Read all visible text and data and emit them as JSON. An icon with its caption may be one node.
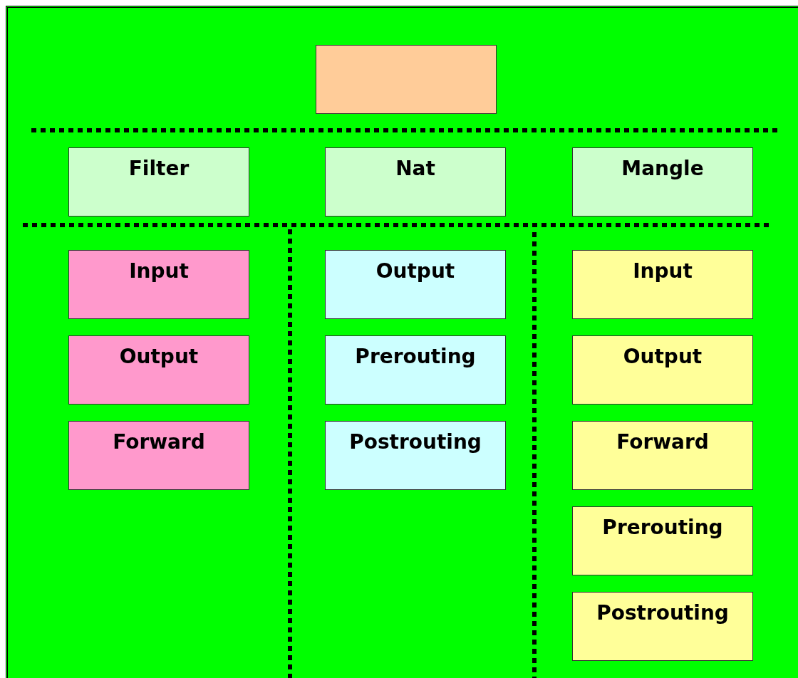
{
  "diagram": {
    "nodes": [
      {
        "text": [],
        "shape": "box"
      },
      {
        "text": [
          "Filter"
        ]
      },
      {
        "text": [
          "Nat"
        ]
      },
      {
        "text": [
          "Mangle"
        ]
      },
      {
        "text": [
          "Input"
        ]
      },
      {
        "text": [
          "Output"
        ]
      },
      {
        "text": [
          "Forward"
        ]
      },
      {
        "text": [
          "Output"
        ]
      },
      {
        "text": [
          "Prerouting"
        ]
      },
      {
        "text": [
          "Postrouting"
        ]
      },
      {
        "text": [
          "Input"
        ]
      },
      {
        "text": [
          "Output"
        ]
      },
      {
        "text": [
          "Forward"
        ]
      },
      {
        "text": [
          "Prerouting"
        ]
      },
      {
        "text": [
          "Postrouting"
        ]
      }
    ]
  }
}
